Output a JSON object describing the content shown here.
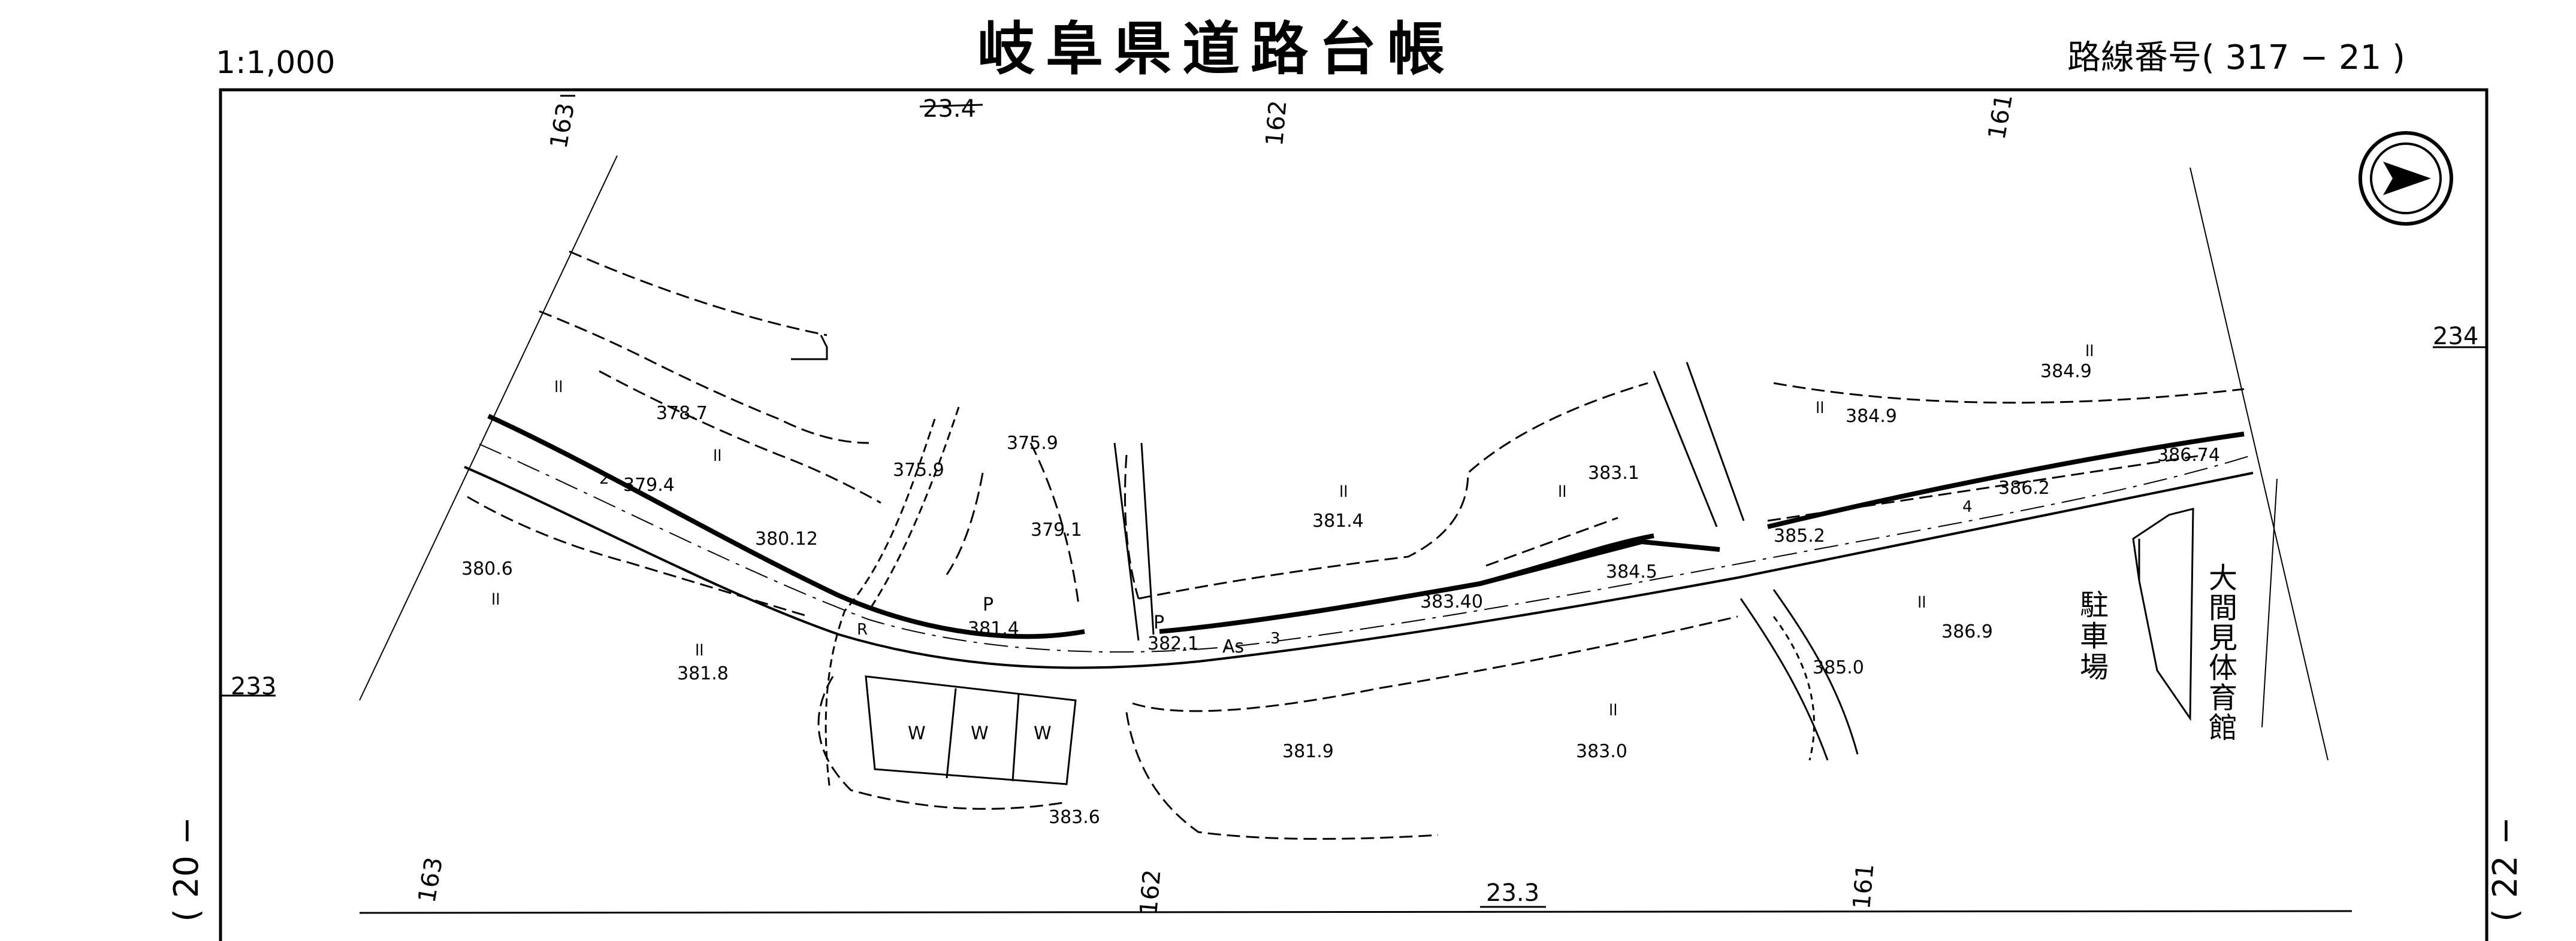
{
  "header": {
    "scale": "1:1,000",
    "title": "岐阜県道路台帳",
    "route_number": "路線番号( 317 − 21 )"
  },
  "sheet_refs": {
    "left": "( 20 −",
    "right": "( 22 −"
  },
  "grid_labels": {
    "top": [
      "163",
      "23.4",
      "162",
      "161"
    ],
    "bottom": [
      "163",
      "162",
      "23.3",
      "161"
    ],
    "left": "233",
    "right": "234"
  },
  "elevations": [
    "378.7",
    "379.4",
    "380.12",
    "380.6",
    "381.8",
    "381.4",
    "375.9",
    "375.9",
    "379.1",
    "381.4",
    "382.1",
    "383.40",
    "383.1",
    "384.5",
    "384.9",
    "384.9",
    "385.2",
    "386.2",
    "386.74",
    "386.9",
    "385.0",
    "383.0",
    "381.9",
    "383.6"
  ],
  "road_labels": {
    "pavement": "As",
    "p1": "P",
    "p2": "P",
    "r": "R",
    "marker2": "2",
    "marker3": "3",
    "marker4": "4"
  },
  "lot_marks": [
    "W",
    "W",
    "W"
  ],
  "symbols": [
    "ll",
    "ll",
    "ll",
    "ll",
    "ll",
    "ll",
    "ll",
    "ll",
    "ll",
    "ll"
  ],
  "facilities": {
    "parking": "駐車場",
    "gym": "大間見体育館"
  },
  "north_arrow": "north-arrow-icon"
}
